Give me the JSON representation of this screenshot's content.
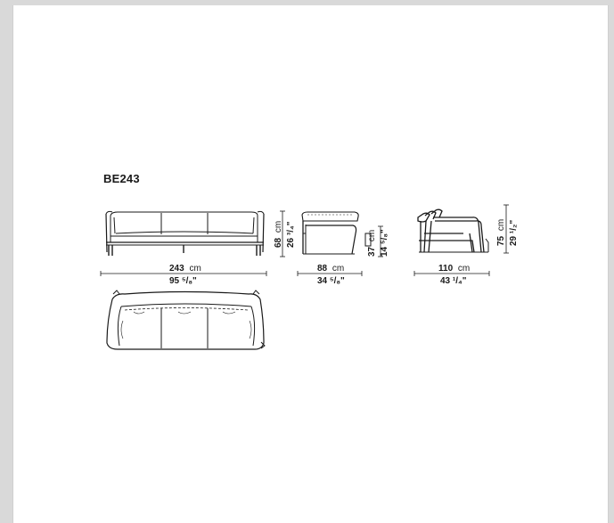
{
  "sheet": {
    "model_code": "BE243"
  },
  "dimensions": {
    "sofa_width_cm": "243",
    "sofa_width_in": "95 ⁵/₈\"",
    "sofa_height_cm": "68",
    "sofa_height_in": "26 ³/₄\"",
    "seat_width_cm": "88",
    "seat_width_in": "34 ⁵/₈\"",
    "seat_height_cm": "37",
    "seat_height_in": "14 ⁵/₈\"",
    "depth_cm": "110",
    "depth_in": "43 ¹/₄\"",
    "side_height_cm": "75",
    "side_height_in": "29 ¹/₂\"",
    "unit_cm": "cm"
  },
  "colors": {
    "background": "#d9d9d9",
    "sheet": "#ffffff",
    "line": "#1a1a1a"
  }
}
